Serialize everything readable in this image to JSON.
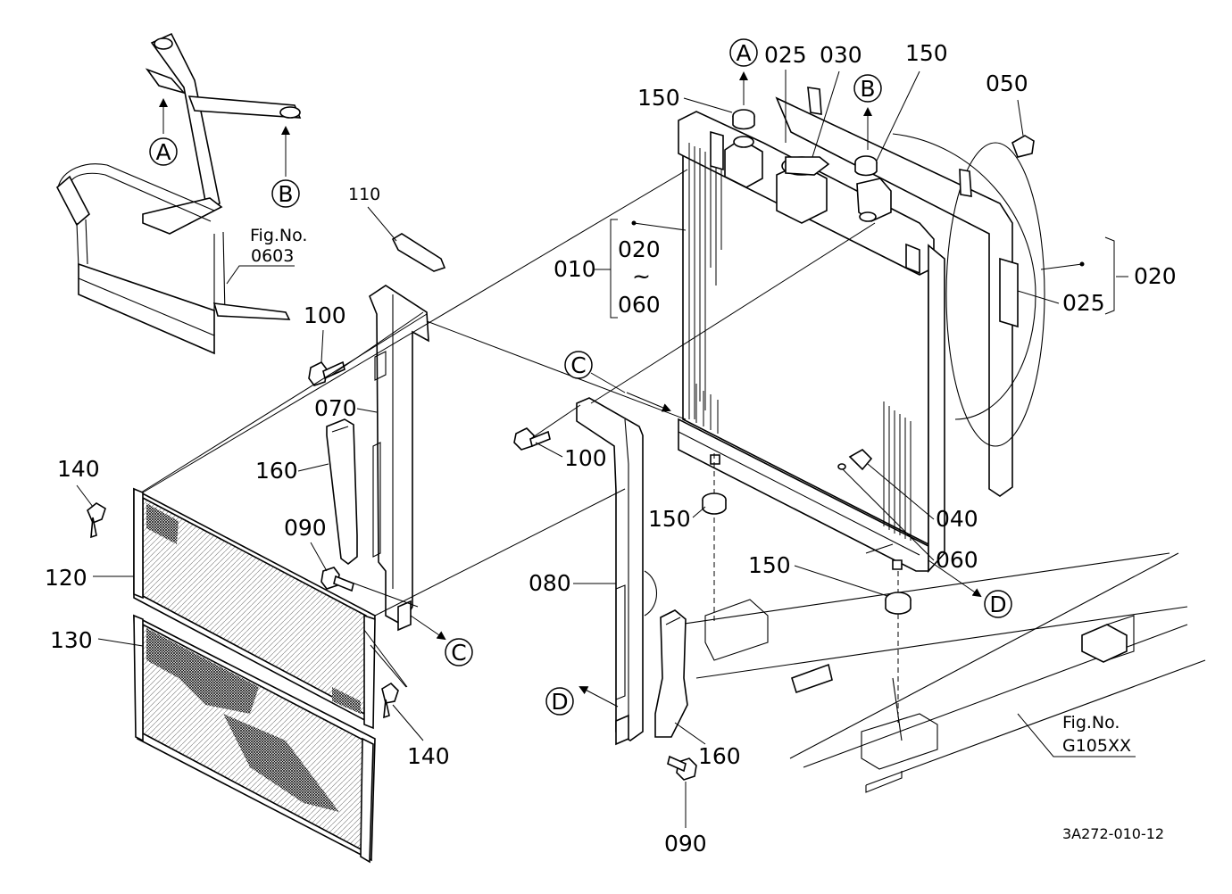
{
  "callouts": {
    "a": "A",
    "b": "B",
    "c": "C",
    "d": "D"
  },
  "parts": {
    "p010": "010",
    "p020": "020",
    "p025": "025",
    "p030": "030",
    "p040": "040",
    "p050": "050",
    "p060": "060",
    "p070": "070",
    "p080": "080",
    "p090": "090",
    "p100": "100",
    "p110": "110",
    "p120": "120",
    "p130": "130",
    "p140": "140",
    "p150": "150",
    "p160": "160",
    "range_tilde": "~"
  },
  "references": {
    "fig_label": "Fig.No.",
    "fig_upper_left": "0603",
    "fig_frame": "G105XX"
  },
  "drawing_number": "3A272-010-12"
}
